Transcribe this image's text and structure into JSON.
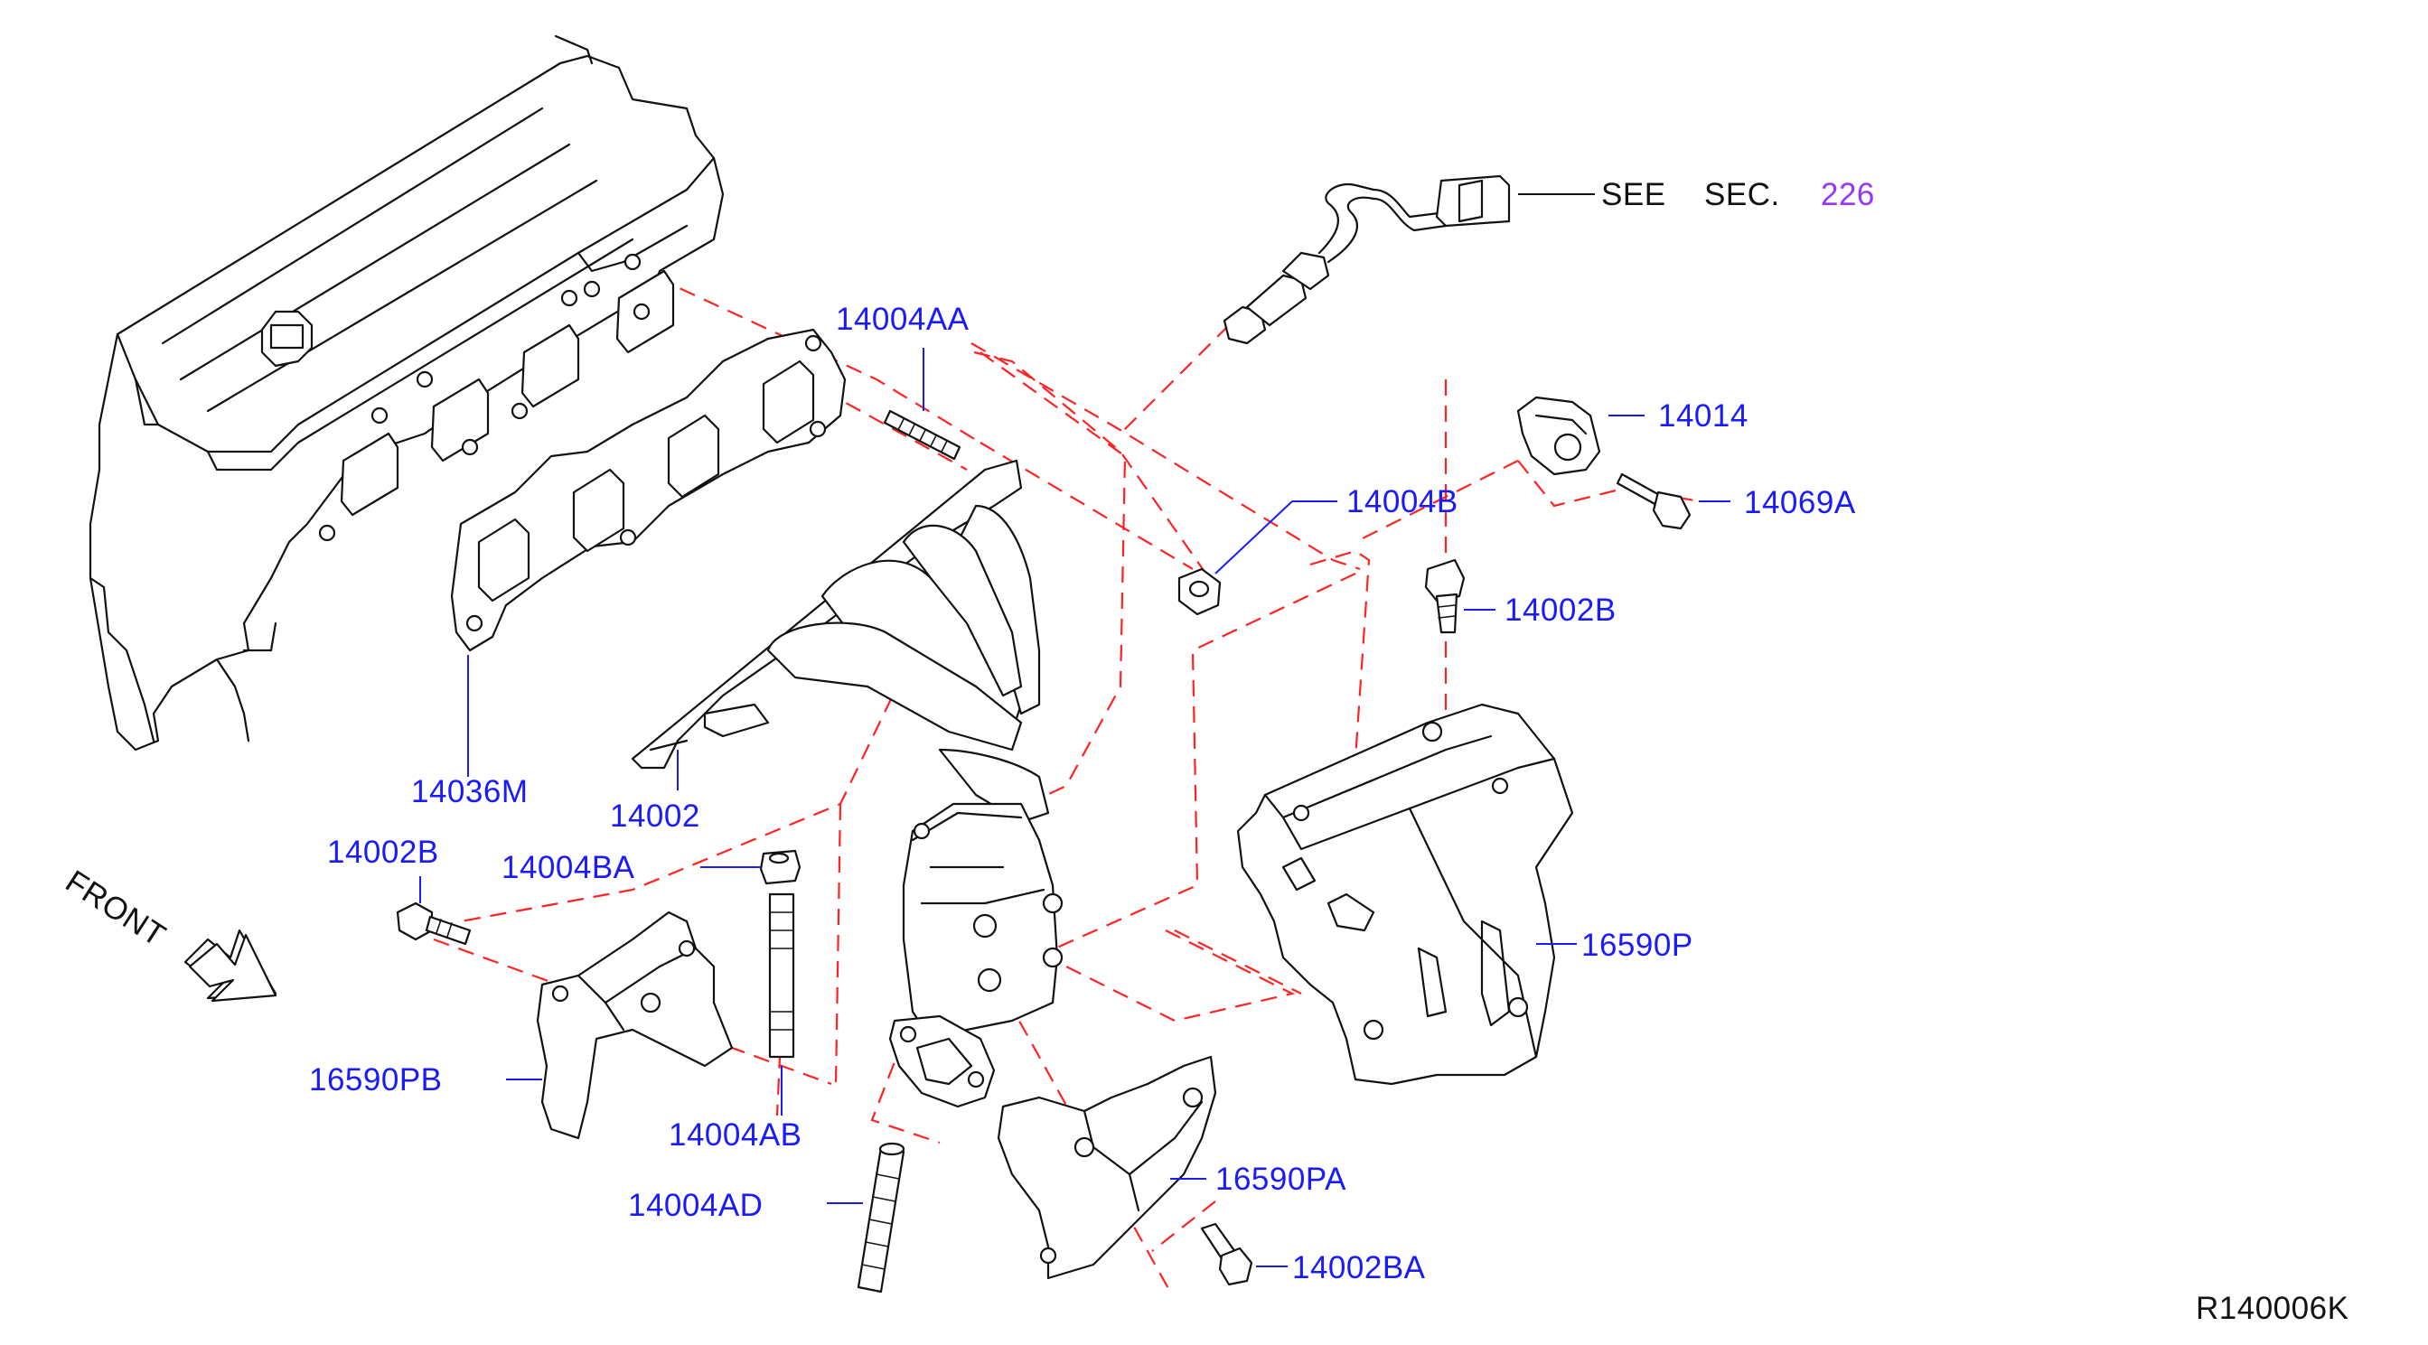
{
  "labels": {
    "see": "SEE",
    "sec": "SEC.",
    "sec_num": "226",
    "p14004AA": "14004AA",
    "p14014": "14014",
    "p14004B": "14004B",
    "p14069A": "14069A",
    "p14002B_right": "14002B",
    "p14036M": "14036M",
    "p14002": "14002",
    "p14002B_left": "14002B",
    "p14004BA": "14004BA",
    "p16590P": "16590P",
    "p16590PB": "16590PB",
    "p14004AB": "14004AB",
    "p16590PA": "16590PA",
    "p14004AD": "14004AD",
    "p14002BA": "14002BA",
    "front": "FRONT",
    "diagram_code": "R140006K"
  },
  "colors": {
    "part_number": "#1a1aff",
    "section_ref": "#9933ff",
    "guide_line": "#ff2222",
    "outline": "#111111"
  },
  "icons": {
    "front_direction": "front-arrow-icon"
  }
}
